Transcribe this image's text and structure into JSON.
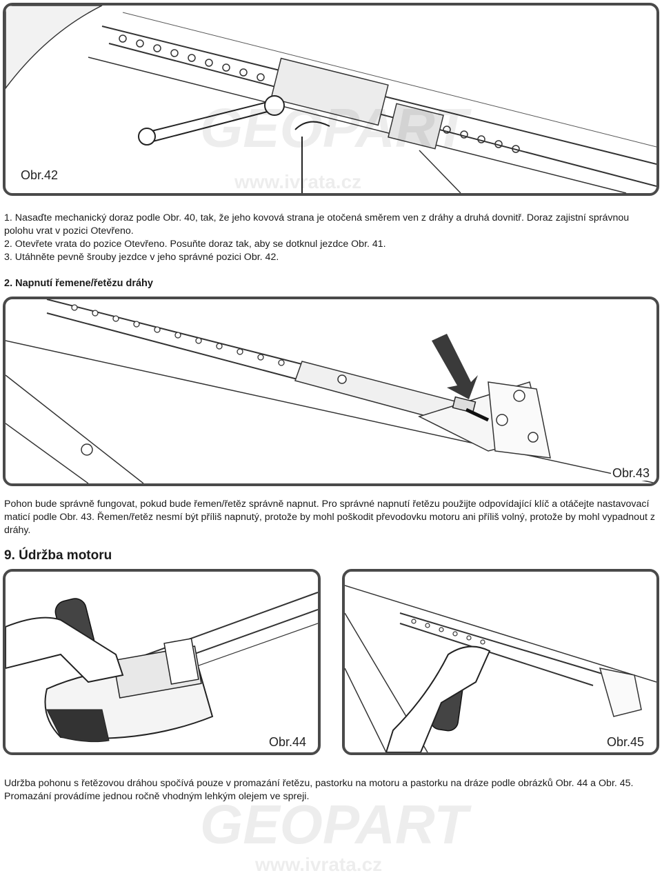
{
  "figures": {
    "fig42": "Obr.42",
    "fig43": "Obr.43",
    "fig44": "Obr.44",
    "fig45": "Obr.45"
  },
  "steps": [
    "1. Nasaďte mechanický doraz podle Obr. 40, tak, že jeho kovová strana je otočená směrem ven z dráhy a druhá dovnitř. Doraz zajistní správnou polohu vrat v pozici Otevřeno.",
    "2. Otevřete vrata do pozice Otevřeno. Posuňte doraz tak, aby se dotknul jezdce Obr. 41.",
    "3. Utáhněte pevně šrouby jezdce v jeho správné pozici Obr. 42."
  ],
  "section_tension": {
    "title": "2. Napnutí řemene/řetězu dráhy",
    "body": "Pohon bude správně fungovat, pokud bude řemen/řetěz správně napnut. Pro správné napnutí řetězu použijte odpovídající klíč a otáčejte nastavovací maticí podle Obr. 43. Řemen/řetěz nesmí být příliš napnutý, protože by mohl poškodit převodovku motoru ani příliš volný, protože by mohl vypadnout z dráhy."
  },
  "section_maintenance": {
    "title": "9. Údržba motoru",
    "body": "Udržba pohonu s řetězovou dráhou spočívá pouze v promazání řetězu, pastorku na motoru a pastorku na dráze podle obrázků Obr. 44 a Obr. 45. Promazání provádíme jednou ročně vhodným lehkým olejem ve spreji."
  },
  "watermarks": {
    "brand": "GEOPART",
    "url": "www.ivrata.cz"
  }
}
